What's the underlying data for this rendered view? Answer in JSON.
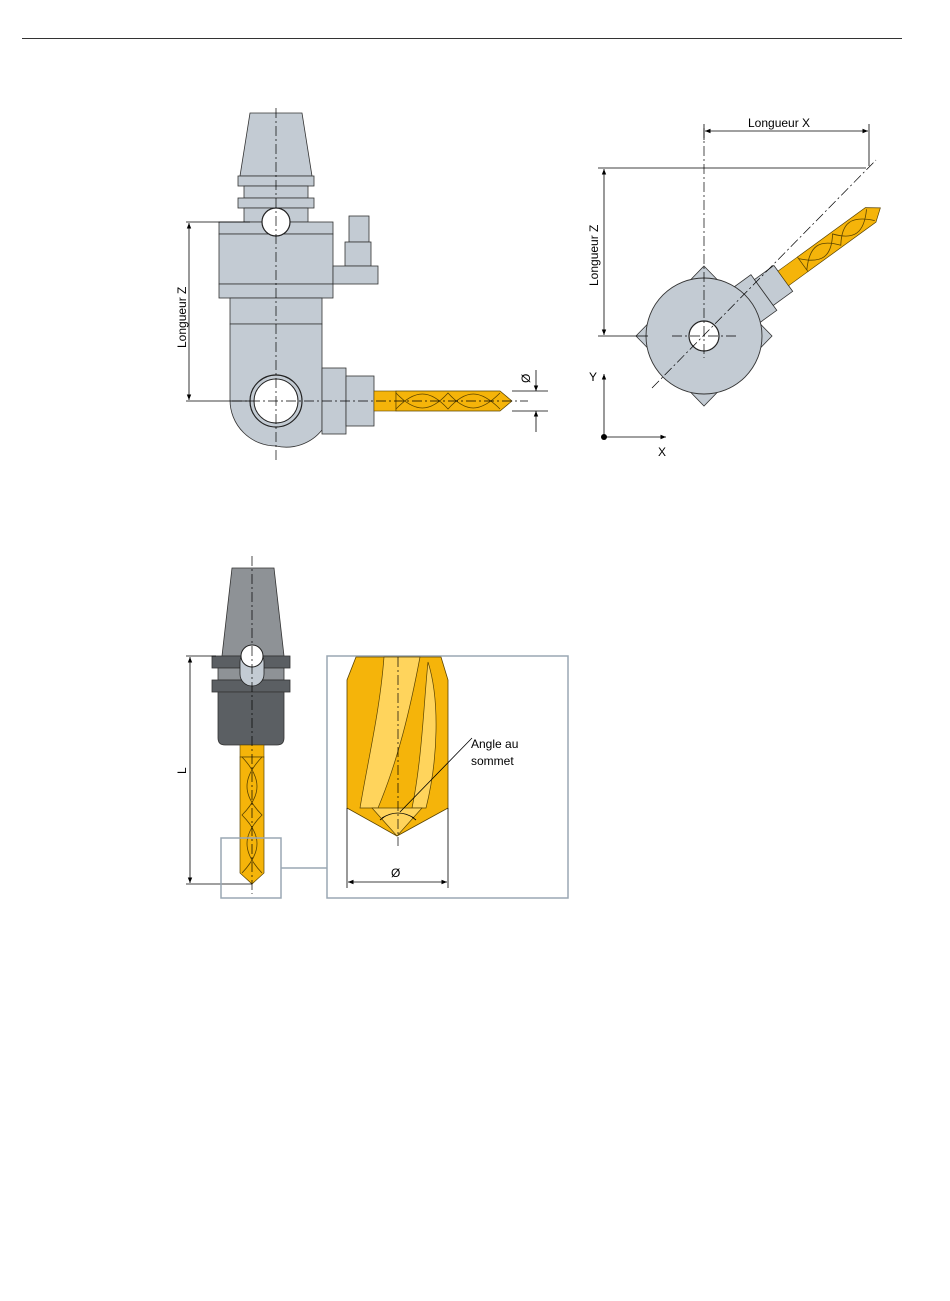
{
  "figures": {
    "side_view": {
      "label_length_z": "Longueur Z",
      "label_diameter": "Ø"
    },
    "top_view": {
      "label_length_x": "Longueur X",
      "label_length_z": "Longueur Z",
      "axis_y": "Y",
      "axis_x": "X"
    },
    "drill_view": {
      "label_length": "L",
      "label_diameter": "Ø",
      "label_point_angle_line1": "Angle au",
      "label_point_angle_line2": "sommet"
    }
  },
  "colors": {
    "tool_body": "#c3cbd3",
    "tool_dark": "#5b5f63",
    "tool_mid": "#8e9296",
    "drill_gold": "#f5b40a",
    "drill_light": "#ffd45c",
    "detail_frame": "#9aa7b4"
  }
}
